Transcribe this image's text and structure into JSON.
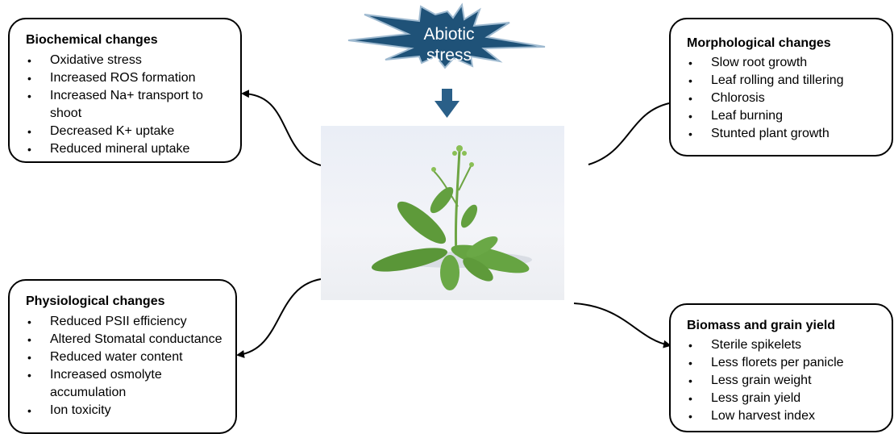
{
  "center": {
    "burst_text": [
      "Abiotic",
      "stress"
    ],
    "burst_color": "#1f5278",
    "arrow_color": "#2a5f88"
  },
  "boxes": {
    "biochemical": {
      "title": "Biochemical changes",
      "items": [
        "Oxidative stress",
        "Increased ROS formation",
        "Increased Na+ transport to shoot",
        "Decreased K+ uptake",
        "Reduced mineral uptake"
      ]
    },
    "morphological": {
      "title": "Morphological changes",
      "items": [
        "Slow root growth",
        "Leaf rolling and tillering",
        "Chlorosis",
        "Leaf burning",
        "Stunted plant growth"
      ]
    },
    "physiological": {
      "title": "Physiological changes",
      "items": [
        "Reduced PSII efficiency",
        "Altered Stomatal conductance",
        "Reduced water content",
        "Increased osmolyte accumulation",
        "Ion toxicity"
      ]
    },
    "biomass": {
      "title": "Biomass and grain yield",
      "items": [
        "Sterile spikelets",
        "Less florets per panicle",
        "Less grain weight",
        "Less grain yield",
        "Low harvest index"
      ]
    }
  },
  "plant_photo": {
    "subject": "plant",
    "leaf_color": "#5e9a3a",
    "stem_color": "#6ea544"
  }
}
